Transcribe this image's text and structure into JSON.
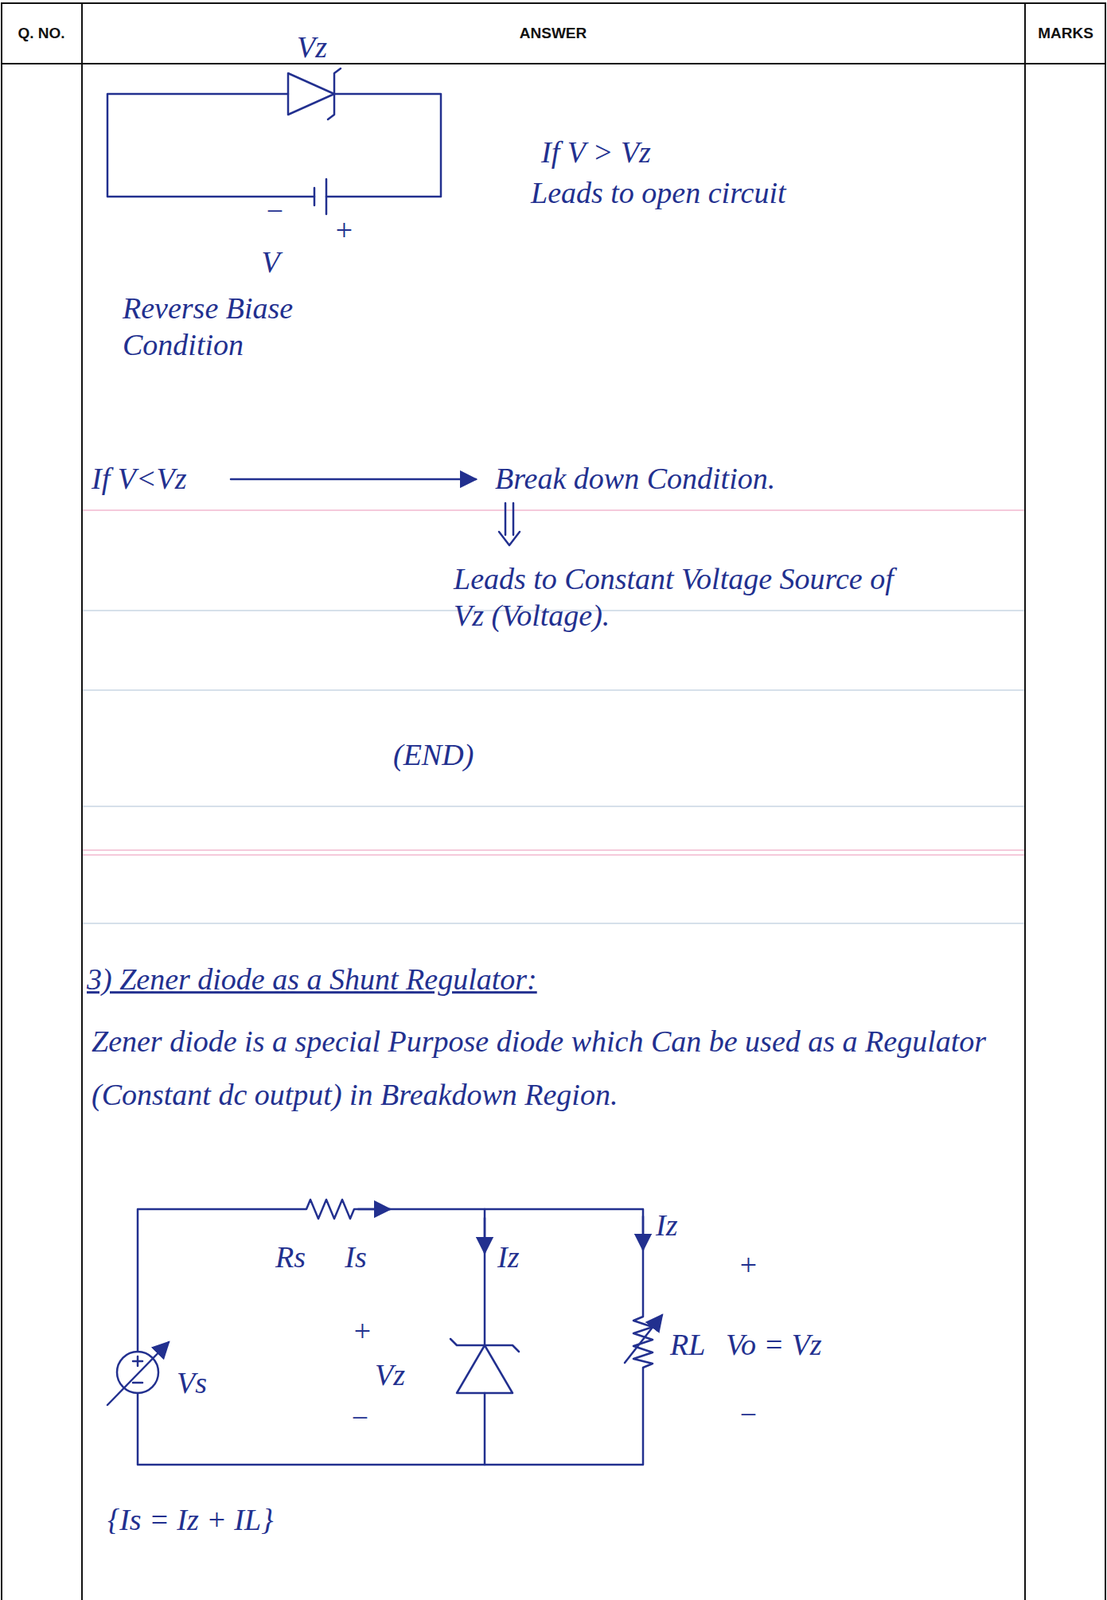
{
  "diagram": {
    "labels": [
      "Q. NO.",
      "ANSWER",
      "MARKS",
      "Vz",
      "−",
      "+",
      "V",
      "If V > Vz",
      "Leads to open circuit",
      "Reverse Biase Condition",
      "If V<Vz",
      "Break down Condition.",
      "Leads to Constant Voltage Source of Vz (Voltage).",
      "(END)",
      "3) Zener diode as a Shunt Regulator:",
      "Zener diode is a special Purpose diode which Can be used as a Regulator (Constant dc output) in Breakdown Region.",
      "Rs",
      "Is",
      "Iz",
      "Iz",
      "+",
      "+",
      "Vz",
      "−",
      "RL",
      "Vo = Vz",
      "−",
      "Vs",
      "{Is = Iz + IL}"
    ]
  }
}
